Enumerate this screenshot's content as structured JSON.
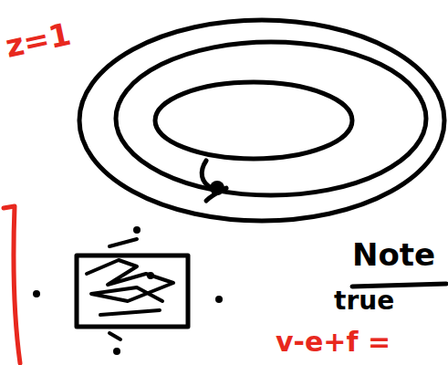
{
  "diagram": {
    "labels": [
      "z=1",
      "Note",
      "true",
      "v-e+f ="
    ]
  }
}
